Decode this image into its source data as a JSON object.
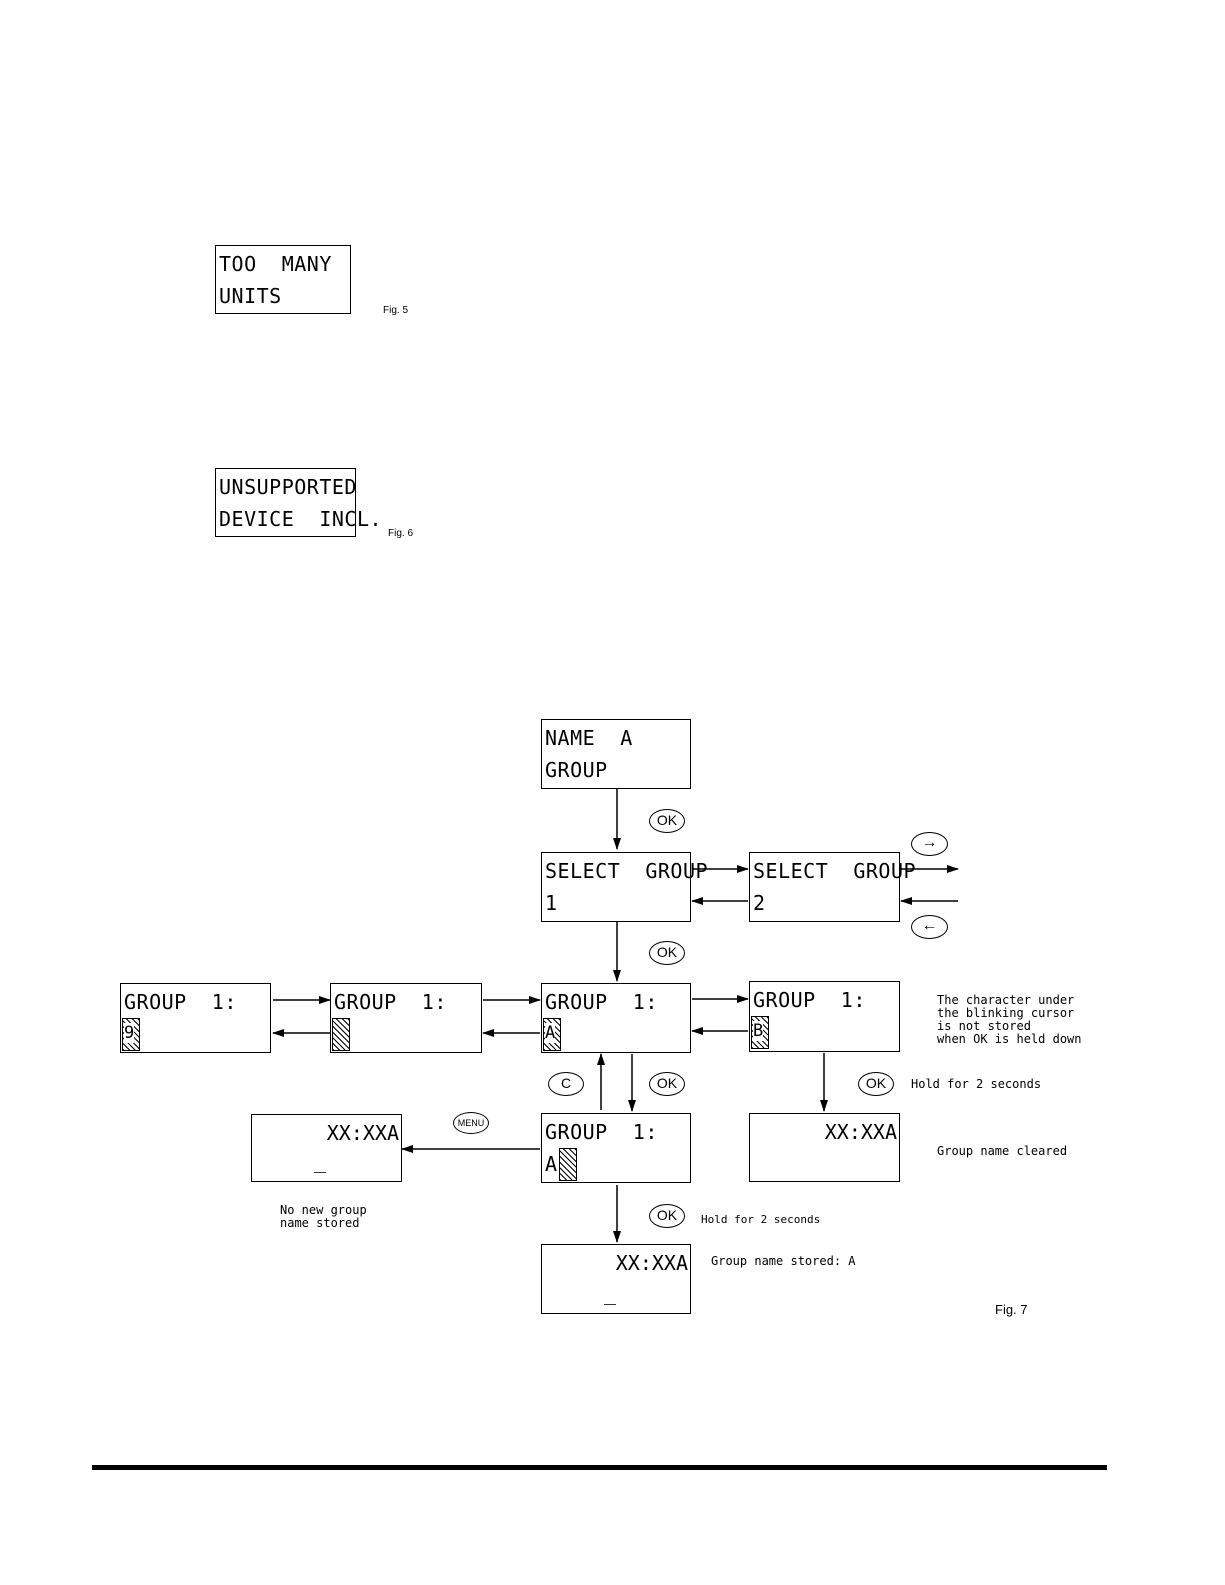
{
  "fig5": {
    "line1": "TOO  MANY",
    "line2": "UNITS",
    "label": "Fig. 5"
  },
  "fig6": {
    "line1": "UNSUPPORTED",
    "line2": "DEVICE  INCL.",
    "label": "Fig. 6"
  },
  "fig7": {
    "label": "Fig. 7",
    "name_group": {
      "line1": "NAME  A",
      "line2": "GROUP"
    },
    "select_group_1": {
      "line1": "SELECT  GROUP",
      "line2": "1"
    },
    "select_group_2": {
      "line1": "SELECT  GROUP",
      "line2": "2"
    },
    "group_9": {
      "line1": "GROUP  1:",
      "cursor": "9"
    },
    "group_blank": {
      "line1": "GROUP  1:",
      "cursor": ""
    },
    "group_a": {
      "line1": "GROUP  1:",
      "cursor": "A"
    },
    "group_b": {
      "line1": "GROUP  1:",
      "cursor": "B"
    },
    "group_a_next": {
      "line1": "GROUP  1:",
      "line2": "A",
      "cursor": ""
    },
    "time_menu": {
      "time": "XX:XXA",
      "underscore": "_"
    },
    "time_cleared": {
      "time": "XX:XXA"
    },
    "time_stored": {
      "time": "XX:XXA",
      "underscore": "_"
    },
    "buttons": {
      "ok": "OK",
      "c": "C",
      "menu": "MENU",
      "right": "→",
      "left": "←"
    },
    "notes": {
      "cursor_not_stored": "The character under\nthe blinking cursor\nis not stored\nwhen OK is held down",
      "hold_2s": "Hold for 2 seconds",
      "group_cleared": "Group name cleared",
      "no_new_group": "No new group\nname stored",
      "hold_2s_b": "Hold for 2 seconds",
      "group_stored": "Group name stored: A"
    }
  }
}
